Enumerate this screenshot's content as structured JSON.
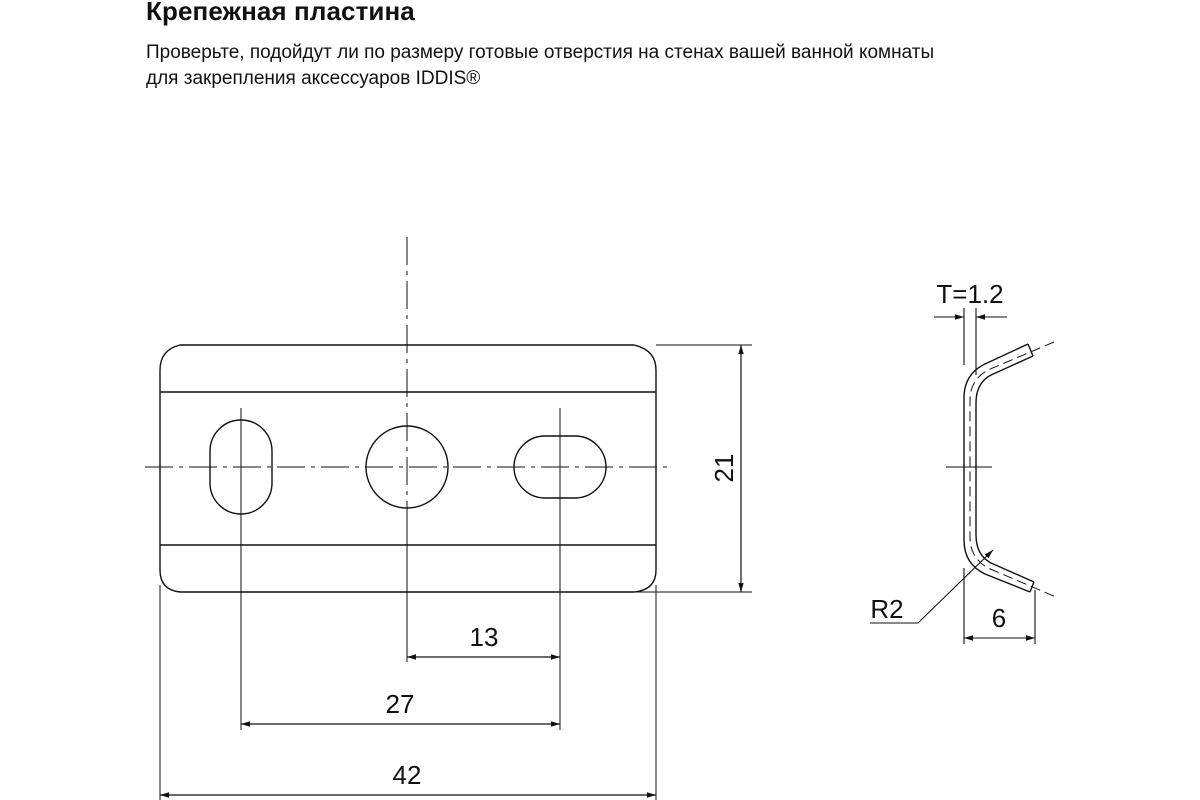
{
  "header": {
    "title": "Крепежная пластина",
    "subtitle_line1": "Проверьте, подойдут ли по размеру готовые отверстия на стенах вашей ванной комнаты",
    "subtitle_line2": "для закрепления аксессуаров IDDIS®"
  },
  "dimensions": {
    "height": "21",
    "hole_spacing": "13",
    "outer_hole_spacing": "27",
    "total_length": "42",
    "thickness": "T=1.2",
    "radius": "R2",
    "flange": "6"
  }
}
